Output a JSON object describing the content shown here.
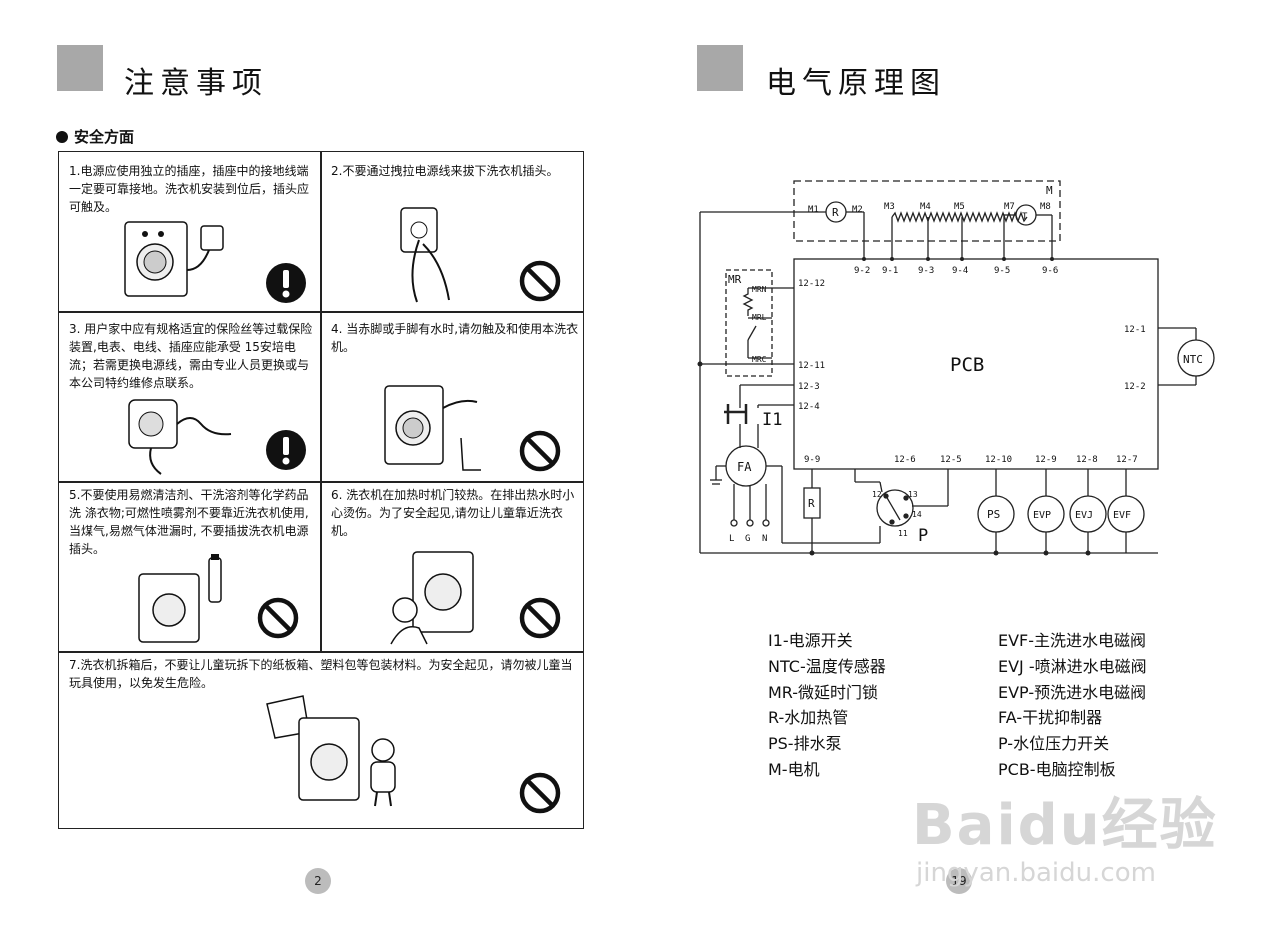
{
  "left_page": {
    "title": "注意事项",
    "section": "安全方面",
    "page_number": "2",
    "items": [
      {
        "text": "1.电源应使用独立的插座，插座中的接地线端一定要可靠接地。洗衣机安装到位后，插头应可触及。",
        "symbol": "mandatory-icon"
      },
      {
        "text": "2.不要通过拽拉电源线来拔下洗衣机插头。",
        "symbol": "prohibition-icon"
      },
      {
        "text": "3. 用户家中应有规格适宜的保险丝等过载保险装置,电表、电线、插座应能承受 15安培电流；若需更换电源线，需由专业人员更换或与本公司特约维修点联系。",
        "symbol": "mandatory-icon"
      },
      {
        "text": "4. 当赤脚或手脚有水时,请勿触及和使用本洗衣机。",
        "symbol": "prohibition-icon"
      },
      {
        "text": "5.不要使用易燃清洁剂、干洗溶剂等化学药品洗 涤衣物;可燃性喷雾剂不要靠近洗衣机使用,当煤气,易燃气体泄漏时, 不要插拔洗衣机电源插头。",
        "symbol": "prohibition-icon"
      },
      {
        "text": "6. 洗衣机在加热时机门较热。在排出热水时小心烫伤。为了安全起见,请勿让儿童靠近洗衣机。",
        "symbol": "prohibition-icon"
      },
      {
        "text": "7.洗衣机拆箱后，不要让儿童玩拆下的纸板箱、塑料包等包装材料。为安全起见，请勿被儿童当玩具使用，以免发生危险。",
        "symbol": "prohibition-icon"
      }
    ]
  },
  "right_page": {
    "title": "电气原理图",
    "page_number": "19",
    "diagram": {
      "M": "M",
      "M1": "M1",
      "M2": "M2",
      "M3": "M3",
      "M4": "M4",
      "M5": "M5",
      "M7": "M7",
      "M8": "M8",
      "R": "R",
      "T": "T",
      "p9_2": "9-2",
      "p9_1": "9-1",
      "p9_3": "9-3",
      "p9_4": "9-4",
      "p9_5": "9-5",
      "p9_6": "9-6",
      "p12_12": "12-12",
      "p12_11": "12-11",
      "p12_3": "12-3",
      "p12_4": "12-4",
      "p12_1": "12-1",
      "p12_2": "12-2",
      "p9_9": "9-9",
      "p12_6": "12-6",
      "p12_5": "12-5",
      "p12_10": "12-10",
      "p12_9": "12-9",
      "p12_8": "12-8",
      "p12_7": "12-7",
      "MR": "MR",
      "MRN": "MRN",
      "MRL": "MRL",
      "MRC": "MRC",
      "PCB": "PCB",
      "NTC": "NTC",
      "I1": "I1",
      "FA": "FA",
      "L": "L",
      "G": "G",
      "N": "N",
      "P": "P",
      "t12": "12",
      "t13": "13",
      "t14": "14",
      "t11": "11",
      "PS": "PS",
      "EVP": "EVP",
      "EVJ": "EVJ",
      "EVF": "EVF"
    },
    "legend_left": [
      "I1-电源开关",
      "NTC-温度传感器",
      "MR-微延时门锁",
      "R-水加热管",
      "PS-排水泵",
      "M-电机"
    ],
    "legend_right": [
      "EVF-主洗进水电磁阀",
      "EVJ -喷淋进水电磁阀",
      "EVP-预洗进水电磁阀",
      "FA-干扰抑制器",
      "P-水位压力开关",
      "PCB-电脑控制板"
    ]
  },
  "watermark": {
    "brand": "Baidu经验",
    "url": "jingyan.baidu.com"
  },
  "colors": {
    "header_block": "#a8a8a8",
    "page_number_badge": "#bcbcbc",
    "mandatory": "#111111",
    "prohibition": "#111111"
  }
}
